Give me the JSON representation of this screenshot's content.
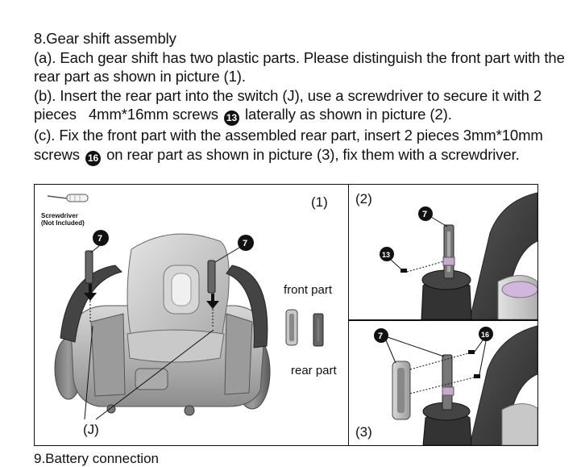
{
  "instructions": {
    "heading": "8.Gear shift assembly",
    "step_a": "(a). Each gear shift has two plastic parts. Please distinguish the front part with the rear part as shown in picture (1).",
    "step_b_pre": "(b). Insert the rear part into the switch (J), use a screwdriver to secure it with 2 pieces   4mm*16mm screws",
    "step_b_badge": "13",
    "step_b_post": "laterally as shown in picture (2).",
    "step_c_pre": "(c). Fix the front part with the assembled rear part, insert 2 pieces 3mm*10mm screws",
    "step_c_badge": "16",
    "step_c_post": "on rear part as shown in picture (3), fix them with a screwdriver."
  },
  "panel1": {
    "label": "(1)",
    "screwdriver_line1": "Screwdriver",
    "screwdriver_line2": "(Not Included)",
    "callout": "7",
    "front_part": "front part",
    "rear_part": "rear part",
    "switch_label": "(J)"
  },
  "panel2": {
    "label": "(2)",
    "callout_part": "7",
    "callout_screw": "13"
  },
  "panel3": {
    "label": "(3)",
    "callout_part": "7",
    "callout_screw": "16"
  },
  "footer": {
    "cut_text": "9.Battery connection"
  }
}
